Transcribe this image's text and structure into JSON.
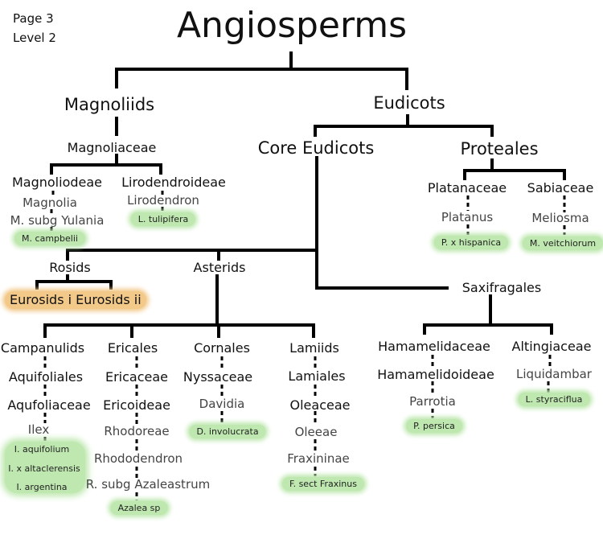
{
  "page": {
    "page_label": "Page 3",
    "level_label": "Level 2"
  },
  "title": "Angiosperms",
  "magnoliids": {
    "label": "Magnoliids",
    "family": "Magnoliaceae",
    "sub1": {
      "label": "Magnoliodeae",
      "genus": "Magnolia",
      "subgenus": "M. subg Yulania",
      "species": "M. campbelii"
    },
    "sub2": {
      "label": "Lirodendroideae",
      "genus": "Lirodendron",
      "species": "L. tulipifera"
    }
  },
  "eudicots": {
    "label": "Eudicots",
    "core": "Core Eudicots",
    "proteales": {
      "label": "Proteales",
      "fam1": {
        "label": "Platanaceae",
        "genus": "Platanus",
        "species": "P. x hispanica"
      },
      "fam2": {
        "label": "Sabiaceae",
        "genus": "Meliosma",
        "species": "M. veitchiorum"
      }
    }
  },
  "rosids": {
    "label": "Rosids",
    "sub1": "Eurosids i",
    "sub2": "Eurosids ii"
  },
  "asterids": {
    "label": "Asterids",
    "campanulids": {
      "label": "Campanulids",
      "order": "Aquifoliales",
      "family": "Aqufoliaceae",
      "genus": "Ilex",
      "species": [
        "I. aquifolium",
        "I. x altaclerensis",
        "I. argentina"
      ]
    },
    "ericales": {
      "label": "Ericales",
      "family": "Ericaceae",
      "subfamily": "Ericoideae",
      "tribe": "Rhodoreae",
      "genus": "Rhododendron",
      "subgenus": "R. subg Azaleastrum",
      "species": "Azalea sp"
    },
    "cornales": {
      "label": "Cornales",
      "family": "Nyssaceae",
      "genus": "Davidia",
      "species": "D. involucrata"
    },
    "lamiids": {
      "label": "Lamiids",
      "order": "Lamiales",
      "family": "Oleaceae",
      "tribe": "Oleeae",
      "subtribe": "Fraxininae",
      "species": "F. sect Fraxinus"
    }
  },
  "saxifragales": {
    "label": "Saxifragales",
    "fam1": {
      "label": "Hamamelidaceae",
      "subfamily": "Hamamelidoideae",
      "genus": "Parrotia",
      "species": "P. persica"
    },
    "fam2": {
      "label": "Altingiaceae",
      "genus": "Liquidambar",
      "species": "L. styraciflua"
    }
  }
}
